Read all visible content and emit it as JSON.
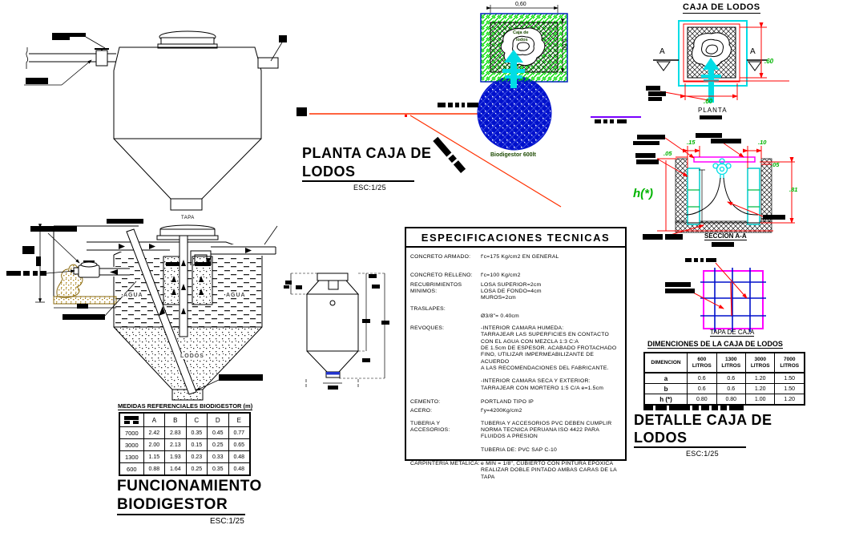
{
  "colors": {
    "hatch_green": "#00dd00",
    "dim_green": "#00b400",
    "cyan": "#00dde6",
    "magenta": "#ff00ff",
    "red": "#ff0000",
    "orange_line": "#ff3000",
    "purple_line": "#7a00ff",
    "blue": "#0011cc",
    "sludge_tan": "#b08818",
    "label_dark_green": "#1c4a00"
  },
  "planta_caja": {
    "title_line1": "PLANTA CAJA DE",
    "title_line2": "LODOS",
    "scale": "ESC:1/25",
    "box_label_line1": "Caja de",
    "box_label_line2": "lodos",
    "dim_width": "0,60",
    "dim_height": "0,60",
    "biodigestor_label": "Biodigestor 600lt"
  },
  "caja_lodos_plan": {
    "title": "CAJA DE LODOS",
    "section_marker": "A",
    "dim_height": ".60",
    "dim_width": ".60",
    "view_label": "PLANTA"
  },
  "seccion_aa": {
    "title": "SECCION A-A",
    "dim_left_05": ".05",
    "dim_15": ".15",
    "dim_10": ".10",
    "dim_right_05": ".05",
    "dim_81": ".81",
    "dim_h": "h(*)"
  },
  "tapa_caja": {
    "label": "TAPA DE CAJA"
  },
  "dimensiones_caja": {
    "title": "DIMENCIONES DE LA CAJA DE LODOS",
    "col_headers": [
      "DIMENCION",
      "600 LITROS",
      "1300 LITROS",
      "3000 LITROS",
      "7000 LITROS"
    ],
    "rows": [
      {
        "name": "a",
        "values": [
          "0.6",
          "0.6",
          "1.20",
          "1.50"
        ]
      },
      {
        "name": "b",
        "values": [
          "0.6",
          "0.6",
          "1.20",
          "1.50"
        ]
      },
      {
        "name": "h (*)",
        "values": [
          "0.80",
          "0.80",
          "1.00",
          "1.20"
        ]
      }
    ]
  },
  "detalle_caja": {
    "title_line1": "DETALLE CAJA DE",
    "title_line2": "LODOS",
    "scale": "ESC:1/25"
  },
  "especificaciones": {
    "title": "ESPECIFICACIONES TECNICAS",
    "entries": [
      {
        "label": "CONCRETO ARMADO:",
        "value": "f'c=175 Kg/cm2 EN GENERAL"
      },
      {
        "label": "CONCRETO RELLENO:",
        "value": "f'c=100 Kg/cm2"
      },
      {
        "label": "RECUBRIMIENTOS\nMINIMOS:",
        "value": "LOSA SUPERIOR=2cm\nLOSA DE FONDO=4cm\nMUROS=2cm"
      },
      {
        "label": "TRASLAPES:",
        "value": "\nØ3/8\"= 0.40cm"
      },
      {
        "label": "REVOQUES:",
        "value": "-INTERIOR CAMARA HUMEDA:\nTARRAJEAR LAS SUPERFICIES EN CONTACTO\nCON EL AGUA CON MEZCLA 1:3 C:A\nDE 1.5cm DE ESPESOR. ACABADO FROTACHADO\nFINO, UTILIZAR IMPERMEABILIZANTE DE ACUERDO\nA LAS RECOMENDACIONES DEL FABRICANTE.\n\n-INTERIOR CAMARA SECA Y EXTERIOR:\nTARRAJEAR CON MORTERO 1:5 C/A e=1.5cm"
      },
      {
        "label": "CEMENTO:",
        "value": "PORTLAND TIPO IP"
      },
      {
        "label": "ACERO:",
        "value": "f'y=4200Kg/cm2"
      },
      {
        "label": "TUBERIA Y ACCESORIOS:",
        "value": "TUBERIA Y ACCESORIOS PVC DEBEN CUMPLIR\nNORMA TECNICA PERUANA ISO 4422 PARA\nFLUIDOS A PRESION\n\nTUBERIA DE: PVC SAP C-10"
      },
      {
        "label": "CARPINTERIA METALICA:",
        "value": "e MIN = 1/8\", CUBIERTO CON PINTURA EPOXICA\nREALIZAR DOBLE PINTADO AMBAS CARAS DE LA TAPA"
      }
    ]
  },
  "funcionamiento": {
    "tapa_label": "TAPA",
    "agua_label": "AGUA",
    "lodos_label": "LODOS",
    "title_line1": "FUNCIONAMIENTO",
    "title_line2": "BIODIGESTOR",
    "scale": "ESC:1/25"
  },
  "medidas_biodigestor": {
    "title": "MEDIDAS REFERENCIALES BIODIGESTOR (m)",
    "col_headers": [
      "A",
      "B",
      "C",
      "D",
      "E"
    ],
    "rows": [
      {
        "volume": "7000",
        "values": [
          "2.42",
          "2.83",
          "0.35",
          "0.45",
          "0.77"
        ]
      },
      {
        "volume": "3000",
        "values": [
          "2.00",
          "2.13",
          "0.15",
          "0.25",
          "0.65"
        ]
      },
      {
        "volume": "1300",
        "values": [
          "1.15",
          "1.93",
          "0.23",
          "0.33",
          "0.48"
        ]
      },
      {
        "volume": "600",
        "values": [
          "0.88",
          "1.64",
          "0.25",
          "0.35",
          "0.48"
        ]
      }
    ]
  }
}
